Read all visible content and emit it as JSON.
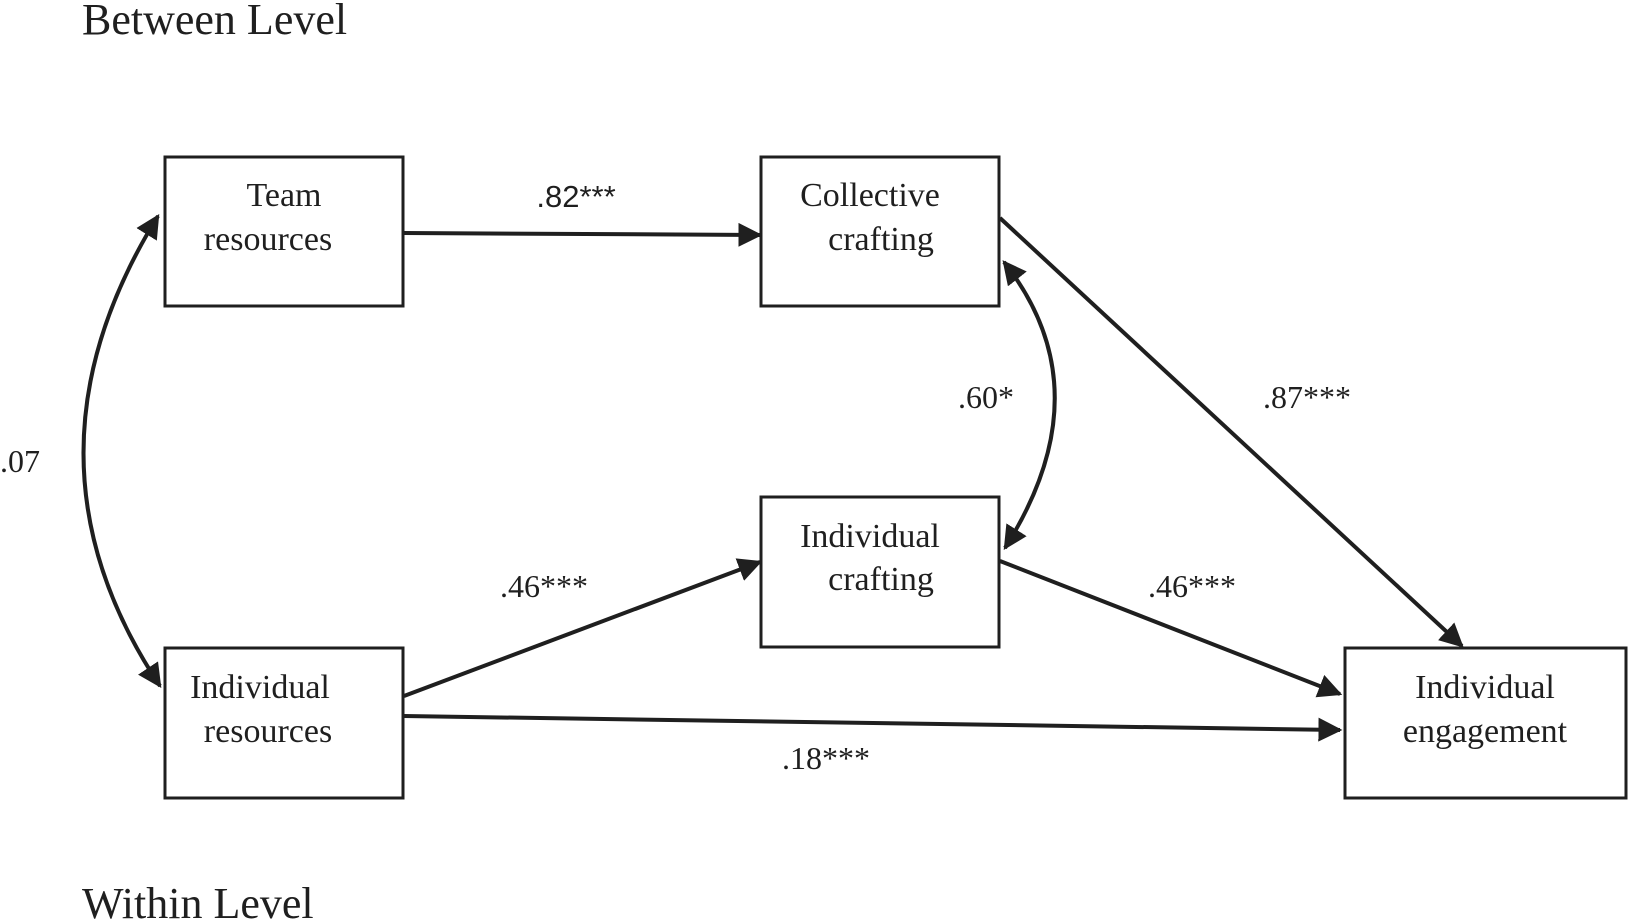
{
  "levels": {
    "between": "Between Level",
    "within": "Within Level"
  },
  "nodes": {
    "team_resources": {
      "line1": "Team",
      "line2": "resources"
    },
    "collective_crafting": {
      "line1": "Collective",
      "line2": "crafting"
    },
    "individual_crafting": {
      "line1": "Individual",
      "line2": "crafting"
    },
    "individual_resources": {
      "line1": "Individual",
      "line2": "resources"
    },
    "individual_engagement": {
      "line1": "Individual",
      "line2": "engagement"
    }
  },
  "paths": {
    "team_to_collective": ".82***",
    "collective_to_engagement": ".87***",
    "collective_individual_crafting_cov": ".60*",
    "team_individual_resources_cov": ".07",
    "resources_to_individual_crafting": ".46***",
    "individual_crafting_to_engagement": ".46***",
    "resources_to_engagement": ".18***"
  }
}
